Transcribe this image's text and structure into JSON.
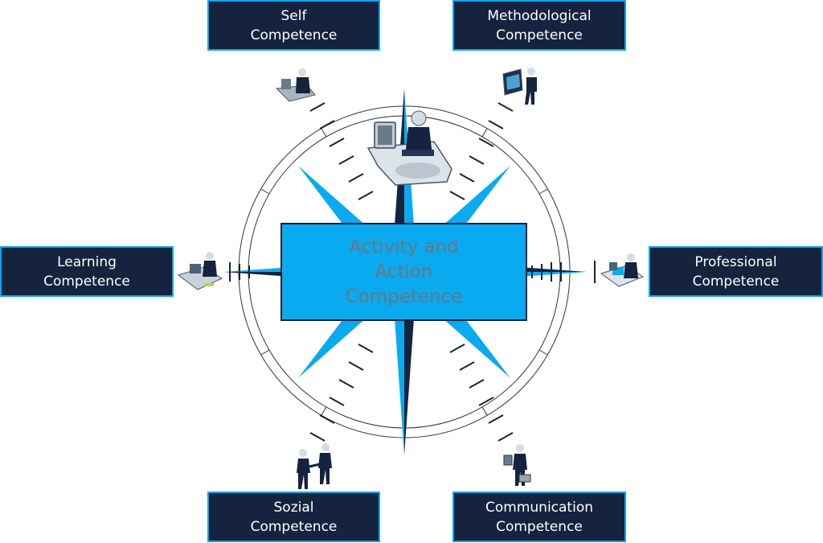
{
  "center": {
    "line1": "Activity and",
    "line2": "Action",
    "line3": "Competence"
  },
  "boxes": {
    "self": {
      "line1": "Self",
      "line2": "Competence"
    },
    "methodological": {
      "line1": "Methodological",
      "line2": "Competence"
    },
    "learning": {
      "line1": "Learning",
      "line2": "Competence"
    },
    "professional": {
      "line1": "Professional",
      "line2": "Competence"
    },
    "sozial": {
      "line1": "Sozial",
      "line2": "Competence"
    },
    "communication": {
      "line1": "Communication",
      "line2": "Competence"
    }
  },
  "colors": {
    "navy": "#15233f",
    "accent_blue": "#0aaaf0",
    "box_border": "#0aa8ee",
    "center_text": "#6d7580"
  },
  "icons": {
    "center": "person-at-desk-icon",
    "self": "person-at-desk-icon",
    "methodological": "presenter-at-screen-icon",
    "learning": "person-at-desk-icon",
    "professional": "person-at-desk-icon",
    "sozial": "handshake-icon",
    "communication": "person-with-briefcase-icon"
  }
}
